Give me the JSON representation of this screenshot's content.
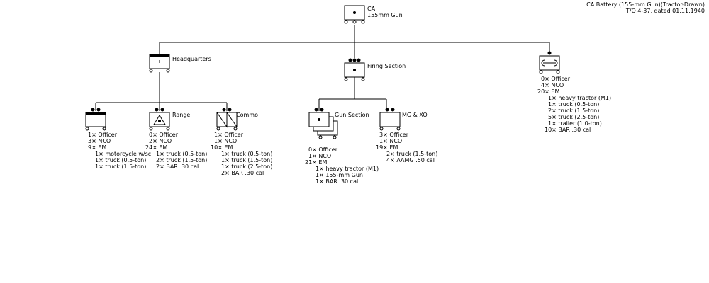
{
  "header": {
    "line1": "CA Battery (155-mm Gun)(Tractor-Drawn)",
    "line2": "T/O 4-37, dated 01.11.1940"
  },
  "units": {
    "battery": {
      "label": "CA\n155mm Gun",
      "symbol": "field-artillery"
    },
    "headquarters": {
      "label": "Headquarters",
      "symbol": "headquarters"
    },
    "firing": {
      "label": "Firing Section",
      "symbol": "field-artillery"
    },
    "maintenance": {
      "label": "",
      "symbol": "maintenance",
      "stats": [
        "0× Officer",
        "4× NCO",
        "20× EM",
        "1× heavy tractor (M1)",
        "1× truck (0.5-ton)",
        "2× truck (1.5-ton)",
        "5× truck (2.5-ton)",
        "1× trailer (1.0-ton)",
        "10× BAR .30 cal"
      ]
    },
    "hq_platoon": {
      "label": "",
      "symbol": "headquarters",
      "stats": [
        "1× Officer",
        "3× NCO",
        "9× EM",
        "1× motorcycle w/sc",
        "1× truck (0.5-ton)",
        "1× truck (1.5-ton)"
      ]
    },
    "range": {
      "label": "Range",
      "symbol": "range-finder",
      "stats": [
        "0× Officer",
        "2× NCO",
        "24× EM",
        "1× truck (0.5-ton)",
        "2× truck (1.5-ton)",
        "2× BAR .30 cal"
      ]
    },
    "commo": {
      "label": "Commo",
      "symbol": "signal",
      "stats": [
        "1× Officer",
        "1× NCO",
        "10× EM",
        "1× truck (0.5-ton)",
        "1× truck (1.5-ton)",
        "1× truck (2.5-ton)",
        "2× BAR .30 cal"
      ]
    },
    "gun": {
      "label": "Gun Section",
      "symbol": "field-artillery",
      "stats": [
        "0× Officer",
        "1× NCO",
        "21× EM",
        "1× heavy tractor (M1)",
        "1× 155-mm Gun",
        "1× BAR .30 cal"
      ]
    },
    "mgxo": {
      "label": "MG & XO",
      "symbol": "blank",
      "stats": [
        "3× Officer",
        "1× NCO",
        "19× EM",
        "2× truck (1.5-ton)",
        "4× AAMG .50 cal"
      ]
    }
  }
}
